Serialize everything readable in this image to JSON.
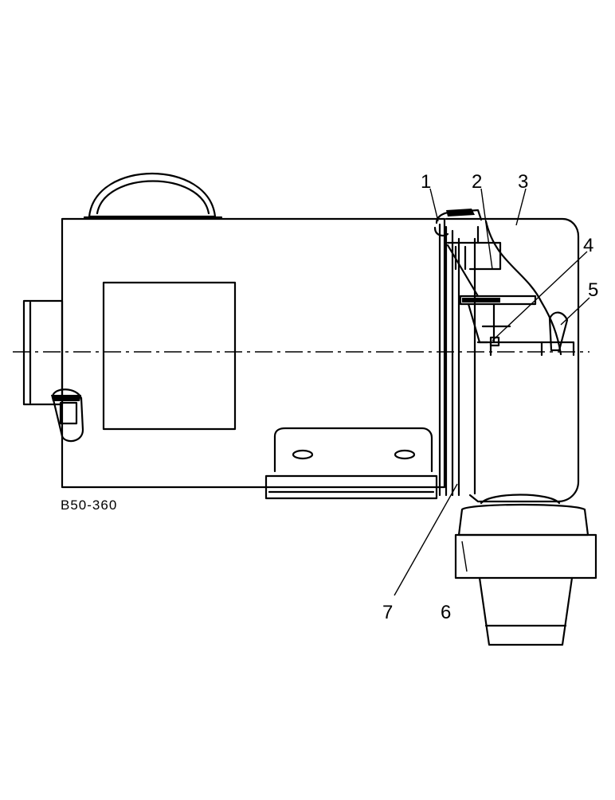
{
  "figure": {
    "reference_code": "B50-360",
    "callouts": [
      "1",
      "2",
      "3",
      "4",
      "5",
      "6",
      "7"
    ]
  }
}
